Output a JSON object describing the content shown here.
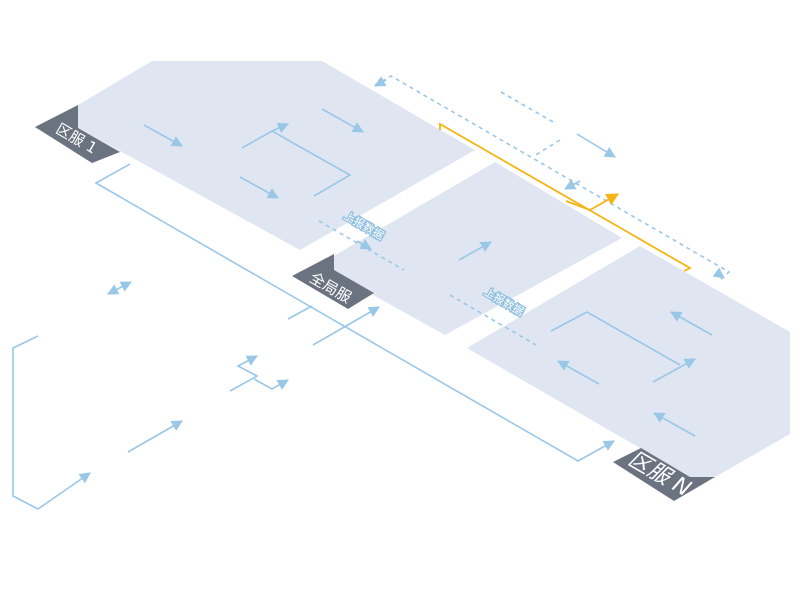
{
  "diagram": {
    "region_1_label": "区服 1",
    "global_label": "全局服",
    "region_n_label": "区服 N",
    "report_label_1": "上报数据",
    "report_label_2": "上报数据"
  },
  "colors": {
    "platform_fill": "#e0e6f1",
    "tag_fill": "#6b7381",
    "flow_blue": "#98c7e8",
    "flow_gold": "#f4b413",
    "background": "#ffffff"
  }
}
